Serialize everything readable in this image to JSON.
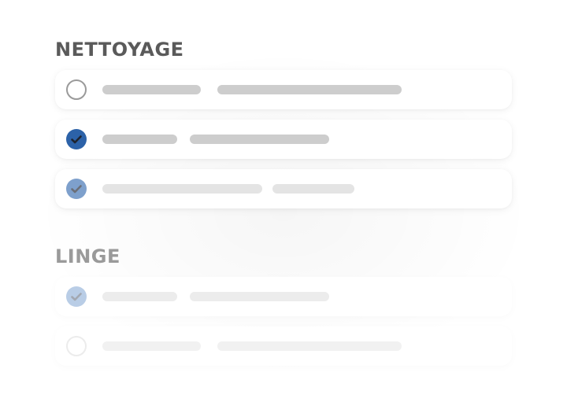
{
  "sections": [
    {
      "title": "NETTOYAGE",
      "items": [
        {
          "checked": false,
          "state": "unchecked"
        },
        {
          "checked": true,
          "state": "checked"
        },
        {
          "checked": true,
          "state": "checked-faded"
        }
      ]
    },
    {
      "title": "LINGE",
      "items": [
        {
          "checked": true,
          "state": "checked-faded"
        },
        {
          "checked": false,
          "state": "unchecked-faded"
        }
      ]
    }
  ],
  "colors": {
    "title_primary": "#5a5a5a",
    "title_secondary": "#9a9a9a",
    "check_primary": "#2c62a8",
    "check_faded": "#7ea0cc",
    "check_very_faded": "#b9cde6",
    "checkmark_dark": "#1e2430",
    "bar_dark": "#cdcdcd",
    "bar_light": "#e6e6e6",
    "bar_faint": "#f0f0f0"
  },
  "icons": {
    "unchecked": "empty-circle-icon",
    "checked": "checkmark-icon"
  }
}
